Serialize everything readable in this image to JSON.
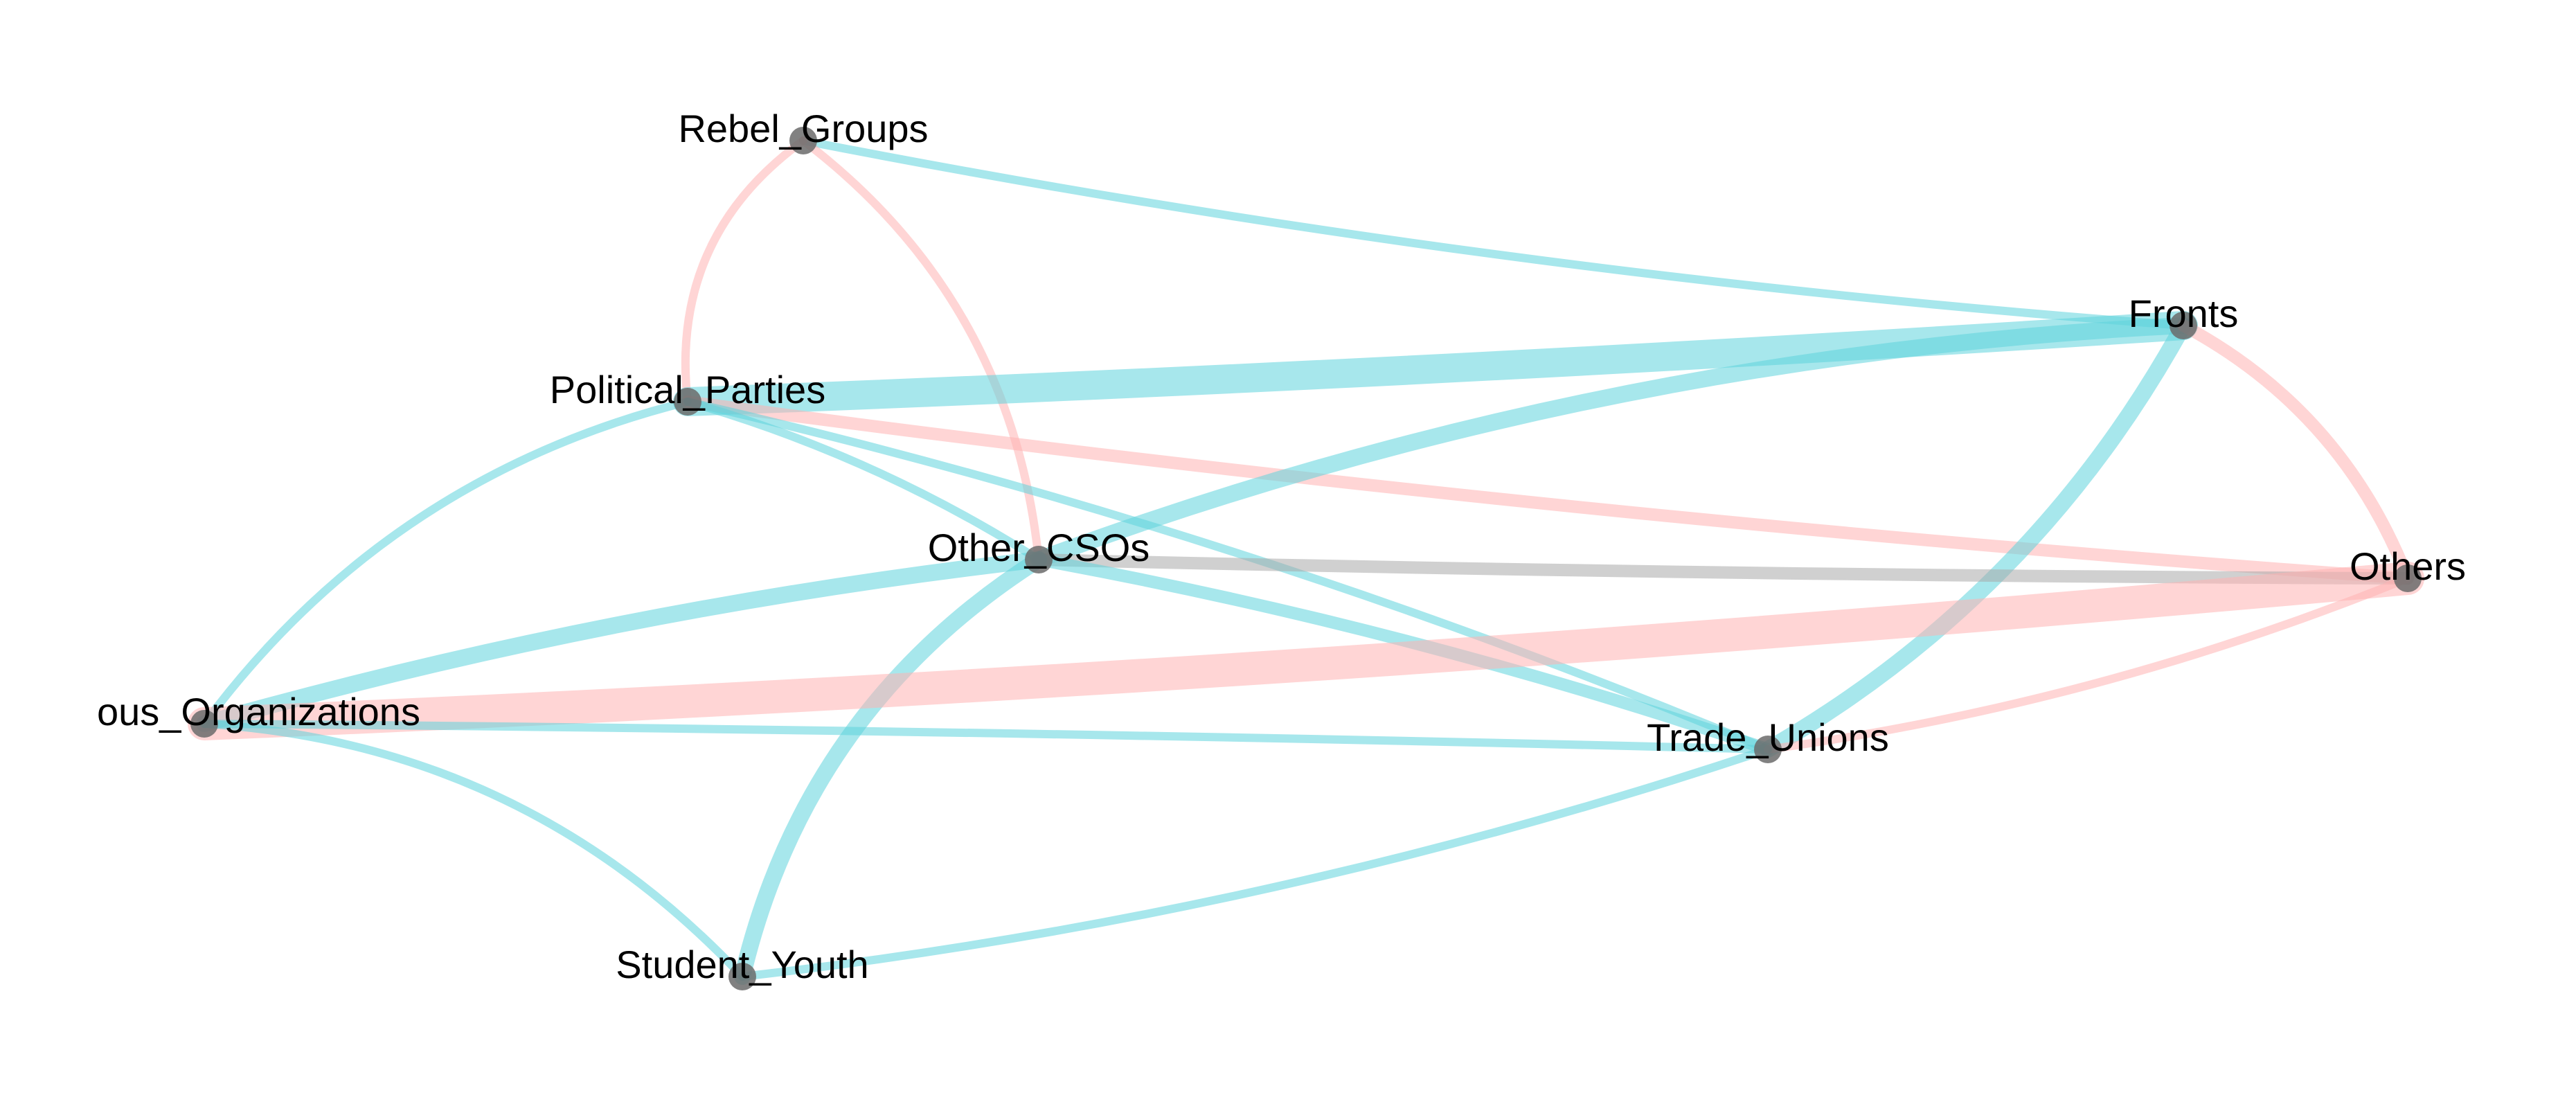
{
  "colors": {
    "positive": "#5fd3dc",
    "negative": "#ffb3b3",
    "neutral": "#a9a9a9",
    "node": "#6b6b6b"
  },
  "nodes": [
    {
      "id": "Rebel_Groups",
      "label": "Rebel_Groups"
    },
    {
      "id": "Fronts",
      "label": "Fronts"
    },
    {
      "id": "Political_Parties",
      "label": "Political_Parties"
    },
    {
      "id": "Other_CSOs",
      "label": "Other_CSOs"
    },
    {
      "id": "Others",
      "label": "Others"
    },
    {
      "id": "Religious_Organizations",
      "label": "ous_Organizations"
    },
    {
      "id": "Trade_Unions",
      "label": "Trade_Unions"
    },
    {
      "id": "Student_Youth",
      "label": "Student_Youth"
    }
  ],
  "edges": [
    {
      "source": "Rebel_Groups",
      "target": "Fronts",
      "type": "positive",
      "weight": 1
    },
    {
      "source": "Rebel_Groups",
      "target": "Political_Parties",
      "type": "negative",
      "weight": 1
    },
    {
      "source": "Rebel_Groups",
      "target": "Other_CSOs",
      "type": "negative",
      "weight": 1
    },
    {
      "source": "Political_Parties",
      "target": "Fronts",
      "type": "positive",
      "weight": 6
    },
    {
      "source": "Political_Parties",
      "target": "Others",
      "type": "negative",
      "weight": 2
    },
    {
      "source": "Political_Parties",
      "target": "Other_CSOs",
      "type": "positive",
      "weight": 1
    },
    {
      "source": "Political_Parties",
      "target": "Trade_Unions",
      "type": "positive",
      "weight": 1
    },
    {
      "source": "Political_Parties",
      "target": "Religious_Organizations",
      "type": "positive",
      "weight": 1
    },
    {
      "source": "Fronts",
      "target": "Other_CSOs",
      "type": "positive",
      "weight": 3
    },
    {
      "source": "Fronts",
      "target": "Trade_Unions",
      "type": "positive",
      "weight": 3
    },
    {
      "source": "Fronts",
      "target": "Others",
      "type": "negative",
      "weight": 2
    },
    {
      "source": "Other_CSOs",
      "target": "Others",
      "type": "neutral",
      "weight": 2
    },
    {
      "source": "Other_CSOs",
      "target": "Religious_Organizations",
      "type": "positive",
      "weight": 3
    },
    {
      "source": "Other_CSOs",
      "target": "Trade_Unions",
      "type": "positive",
      "weight": 2
    },
    {
      "source": "Other_CSOs",
      "target": "Student_Youth",
      "type": "positive",
      "weight": 3
    },
    {
      "source": "Religious_Organizations",
      "target": "Others",
      "type": "negative",
      "weight": 7
    },
    {
      "source": "Religious_Organizations",
      "target": "Trade_Unions",
      "type": "positive",
      "weight": 1
    },
    {
      "source": "Religious_Organizations",
      "target": "Student_Youth",
      "type": "positive",
      "weight": 1
    },
    {
      "source": "Trade_Unions",
      "target": "Others",
      "type": "negative",
      "weight": 1
    },
    {
      "source": "Trade_Unions",
      "target": "Student_Youth",
      "type": "positive",
      "weight": 1
    }
  ]
}
